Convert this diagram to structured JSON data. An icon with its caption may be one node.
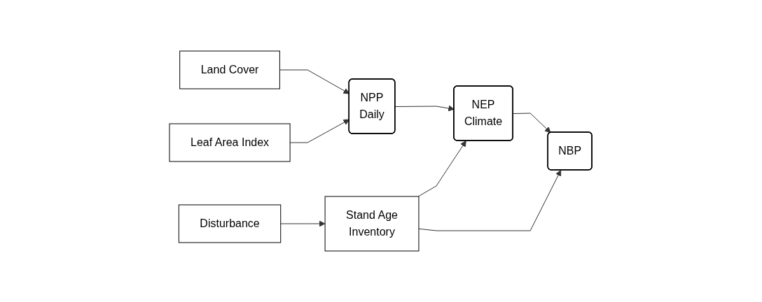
{
  "diagram": {
    "nodes": [
      {
        "text": [
          "Land Cover"
        ]
      },
      {
        "text": [
          "Leaf Area Index"
        ]
      },
      {
        "text": [
          "NPP",
          "Daily"
        ]
      },
      {
        "text": [
          "NEP",
          "Climate"
        ]
      },
      {
        "text": [
          "NBP"
        ]
      },
      {
        "text": [
          "Disturbance"
        ]
      },
      {
        "text": [
          "Stand Age",
          "Inventory"
        ]
      }
    ],
    "edges": [
      {
        "from": 0,
        "to": 2,
        "arrow": "to"
      },
      {
        "from": 1,
        "to": 2,
        "arrow": "to"
      },
      {
        "from": 2,
        "to": 3,
        "arrow": "to"
      },
      {
        "from": 3,
        "to": 4,
        "arrow": "to"
      },
      {
        "from": 5,
        "to": 6,
        "arrow": "to"
      },
      {
        "from": 6,
        "to": 3,
        "arrow": "to"
      },
      {
        "from": 6,
        "to": 4,
        "arrow": "to"
      }
    ]
  }
}
